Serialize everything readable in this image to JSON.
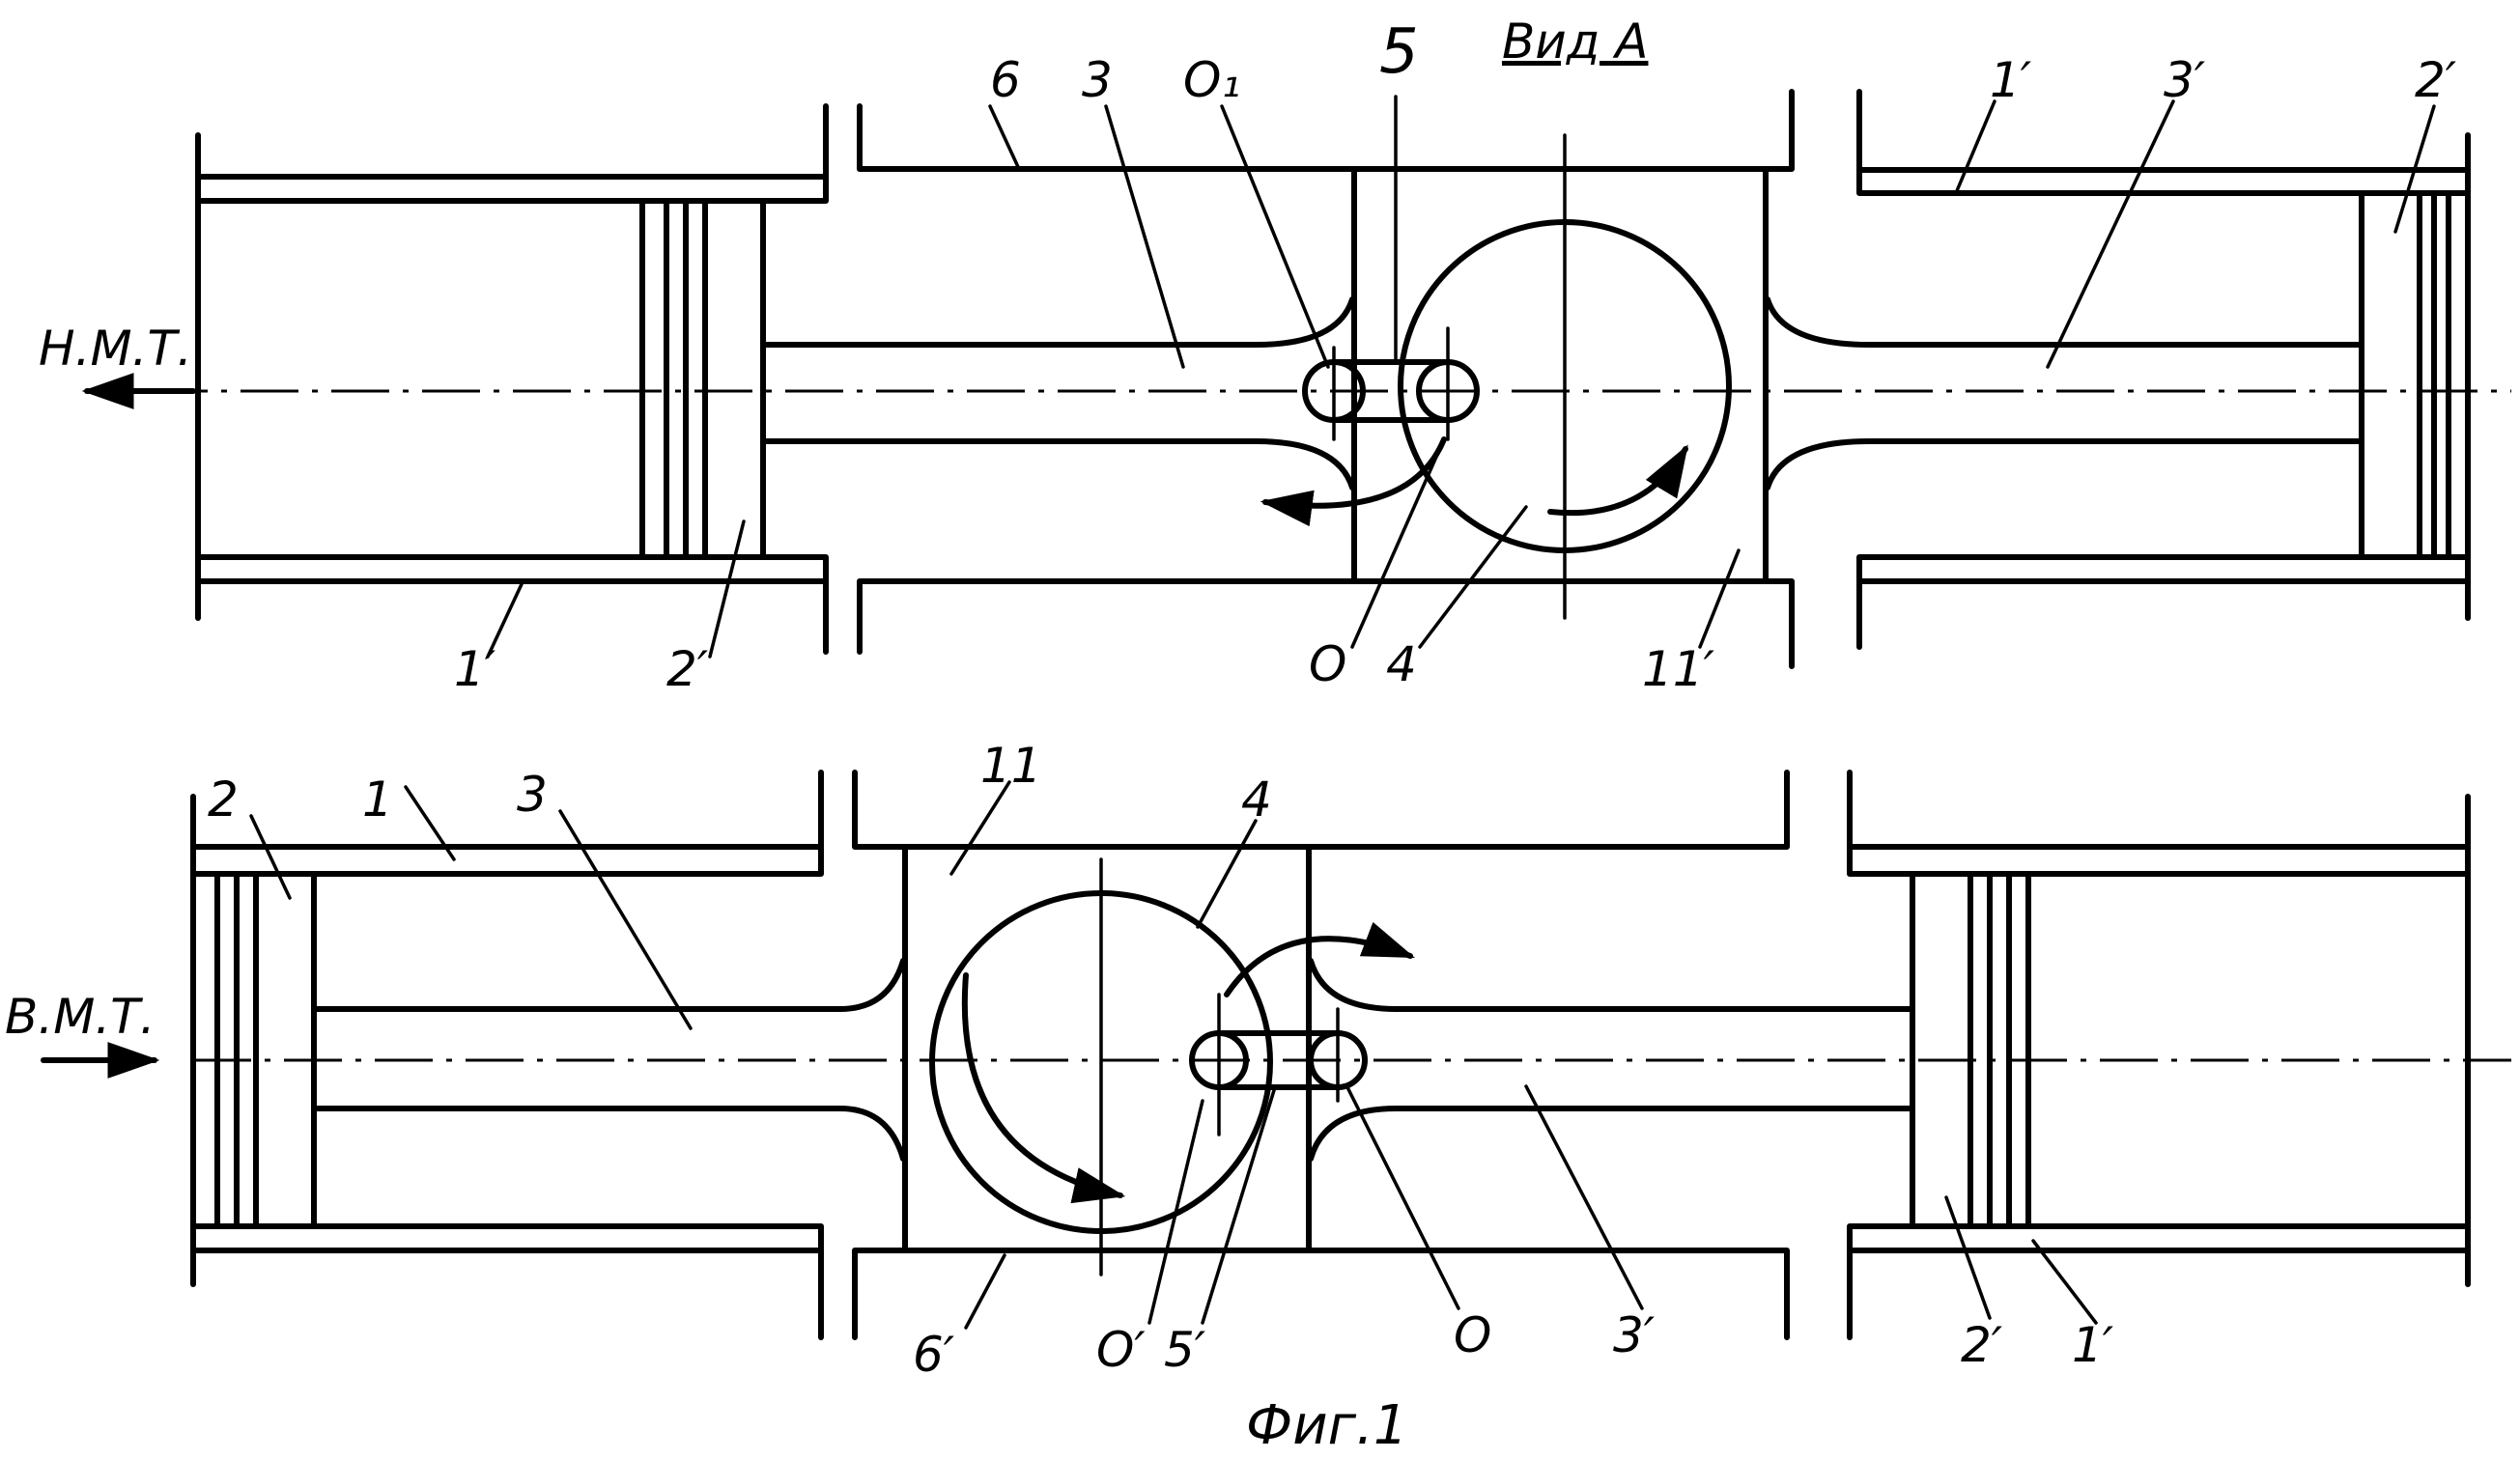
{
  "figure": {
    "view_label": "Вид А",
    "caption": "Фиг.1"
  },
  "top": {
    "direction_label": "Н.М.Т.",
    "labels": {
      "l6": "6",
      "l3": "3",
      "lO1": "O₁",
      "l5": "5",
      "l1p": "1′",
      "l3p": "3′",
      "l2p": "2′",
      "l1": "1′",
      "l2": "2′",
      "lO": "O",
      "l4": "4",
      "l11": "11′"
    }
  },
  "bottom": {
    "direction_label": "В.М.Т.",
    "labels": {
      "l2": "2",
      "l1": "1",
      "l3": "3",
      "l11": "11",
      "l4": "4",
      "l6": "6′",
      "lO": "O′",
      "l5": "5′",
      "lO2": "O",
      "l3p": "3′",
      "l2p": "2′",
      "l1p": "1′"
    }
  }
}
